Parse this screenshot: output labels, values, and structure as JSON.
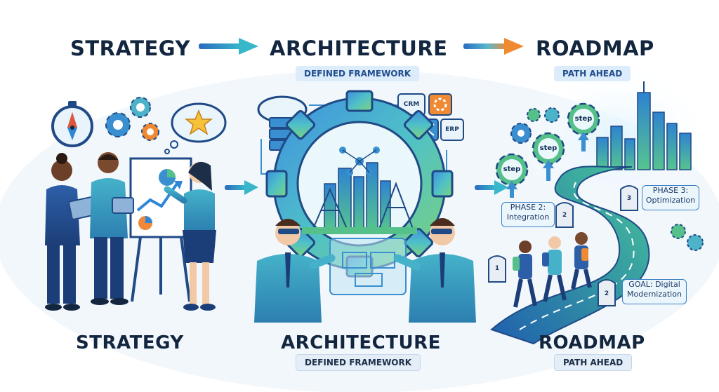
{
  "header": {
    "strategy": "STRATEGY",
    "architecture": "ARCHITECTURE",
    "roadmap": "ROADMAP",
    "architecture_tag": "DEFINED FRAMEWORK",
    "roadmap_tag": "PATH AHEAD"
  },
  "footer": {
    "strategy": "STRATEGY",
    "architecture": "ARCHITECTURE",
    "roadmap": "ROADMAP",
    "architecture_tag": "DEFINED FRAMEWORK",
    "roadmap_tag": "PATH AHEAD"
  },
  "architecture_systems": [
    "CRM",
    "ERP"
  ],
  "roadmap": {
    "steps": [
      "step",
      "step",
      "step"
    ],
    "phase2": {
      "title": "PHASE 2:",
      "subtitle": "Integration"
    },
    "phase3": {
      "title": "PHASE 3:",
      "subtitle": "Optimization"
    },
    "goal": {
      "title": "GOAL: Digital",
      "subtitle": "Modernization"
    },
    "mile_markers": [
      "1",
      "2",
      "3",
      "2"
    ]
  },
  "colors": {
    "navy": "#13263f",
    "blue": "#2f6fc0",
    "teal": "#29a6b8",
    "green": "#55c08a",
    "orange": "#f0883a"
  }
}
